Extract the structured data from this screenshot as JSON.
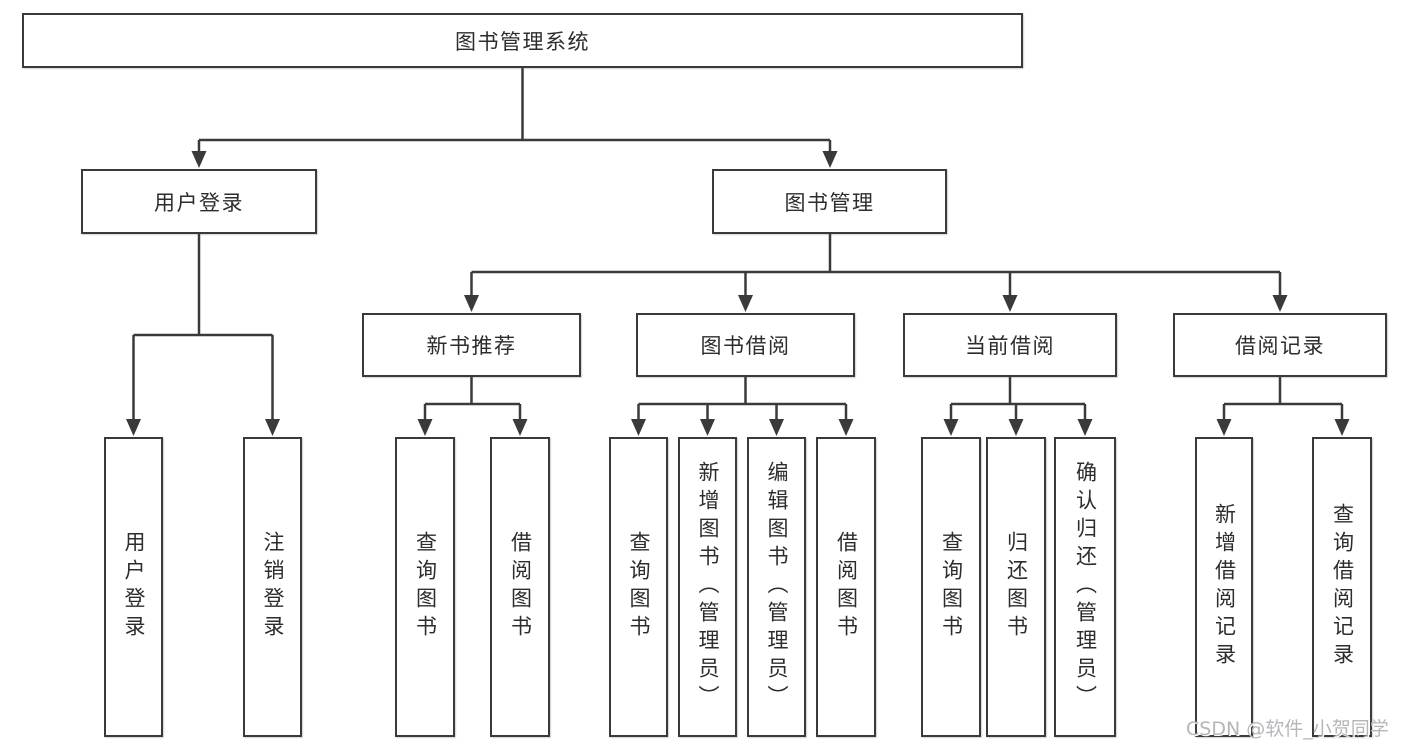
{
  "tree": {
    "root": "图书管理系统",
    "level2": [
      {
        "label": "用户登录",
        "leaves": [
          "用户登录",
          "注销登录"
        ]
      },
      {
        "label": "图书管理"
      }
    ],
    "level3": [
      {
        "label": "新书推荐",
        "leaves": [
          "查询图书",
          "借阅图书"
        ]
      },
      {
        "label": "图书借阅",
        "leaves": [
          "查询图书",
          "新增图书（管理员）",
          "编辑图书（管理员）",
          "借阅图书"
        ]
      },
      {
        "label": "当前借阅",
        "leaves": [
          "查询图书",
          "归还图书",
          "确认归还（管理员）"
        ]
      },
      {
        "label": "借阅记录",
        "leaves": [
          "新增借阅记录",
          "查询借阅记录"
        ]
      }
    ]
  },
  "watermark": {
    "text": "CSDN @软件_小贺同学"
  },
  "colors": {
    "line": "#3a3a3a",
    "text": "#2d2d2d",
    "background": "#ffffff",
    "watermark": "#b4b7ba"
  }
}
